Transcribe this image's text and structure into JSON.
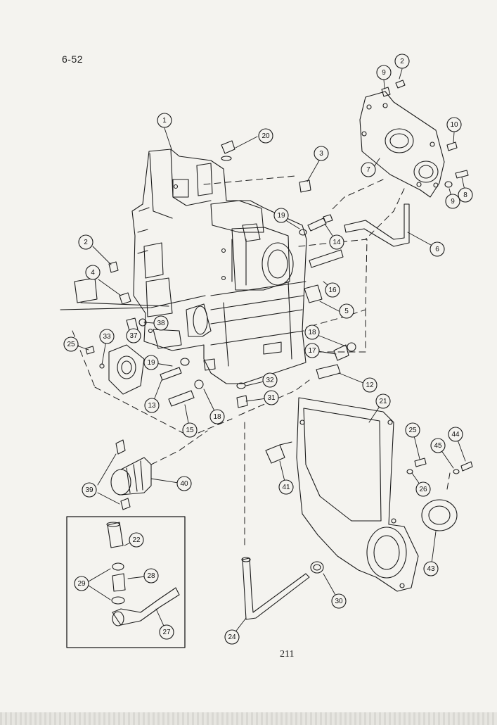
{
  "page_ref": "6-52",
  "page_number": "211",
  "callouts": [
    "1",
    "20",
    "3",
    "2",
    "9",
    "7",
    "10",
    "8",
    "9",
    "19",
    "14",
    "6",
    "2",
    "4",
    "16",
    "5",
    "18",
    "17",
    "38",
    "37",
    "33",
    "25",
    "19",
    "13",
    "32",
    "31",
    "15",
    "18",
    "12",
    "21",
    "25",
    "44",
    "45",
    "26",
    "40",
    "39",
    "41",
    "43",
    "22",
    "28",
    "29",
    "27",
    "30",
    "24"
  ]
}
